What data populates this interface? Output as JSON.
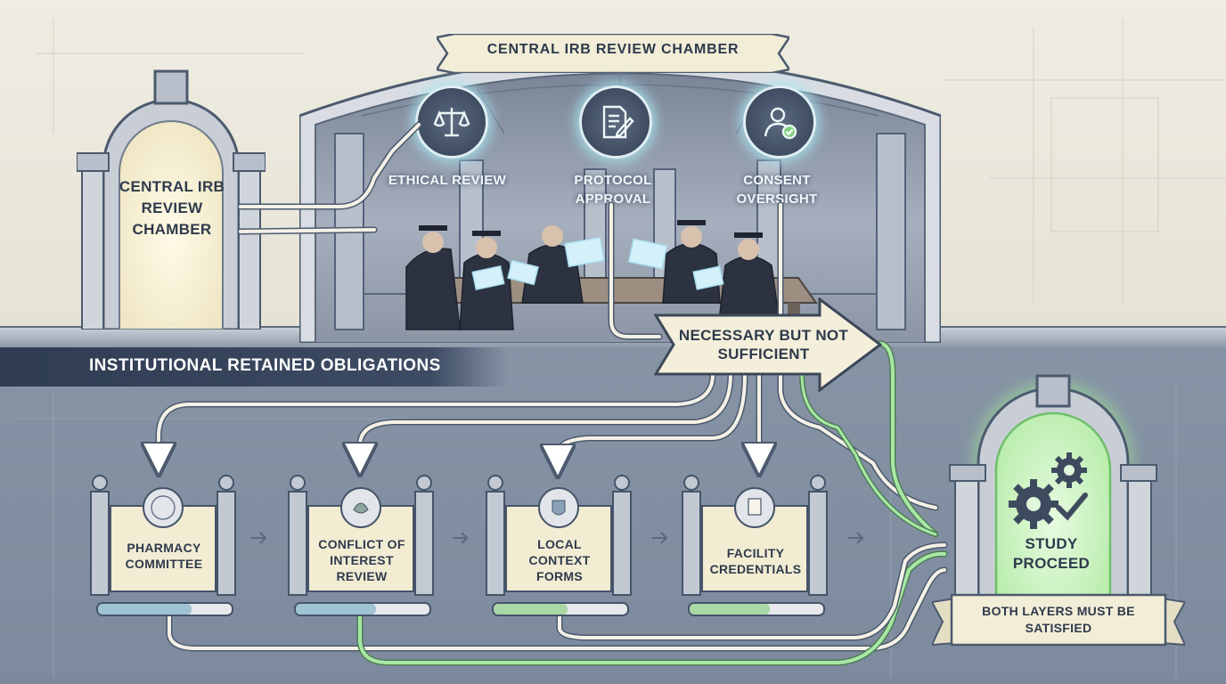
{
  "chamber": {
    "title": "CENTRAL IRB REVIEW CHAMBER",
    "functions": [
      {
        "label": "ETHICAL REVIEW",
        "icon": "scales-icon"
      },
      {
        "label": "PROTOCOL APPROVAL",
        "icon": "document-pen-icon"
      },
      {
        "label": "CONSENT OVERSIGHT",
        "icon": "person-check-icon"
      }
    ]
  },
  "side_arch": {
    "label": "CENTRAL IRB REVIEW CHAMBER"
  },
  "band": {
    "label": "INSTITUTIONAL RETAINED OBLIGATIONS"
  },
  "verdict": {
    "label": "NECESSARY BUT NOT SUFFICIENT"
  },
  "obligations": [
    {
      "label": "PHARMACY COMMITTEE",
      "progress": 0.7,
      "fill": "#9fc3d2"
    },
    {
      "label": "CONFLICT OF INTEREST REVIEW",
      "progress": 0.6,
      "fill": "#9fc3d2"
    },
    {
      "label": "LOCAL CONTEXT FORMS",
      "progress": 0.55,
      "fill": "#a9d7a6"
    },
    {
      "label": "FACILITY CREDENTIALS",
      "progress": 0.6,
      "fill": "#a9d7a6"
    }
  ],
  "study": {
    "label": "STUDY PROCEED"
  },
  "condition": {
    "label": "BOTH LAYERS MUST BE SATISFIED"
  },
  "colors": {
    "top_bg": "#ece8dc",
    "bottom_bg": "#8390a2",
    "glow_green": "#8fe08f",
    "glow_blue": "#bfeef6",
    "cream": "#f2edd7"
  }
}
